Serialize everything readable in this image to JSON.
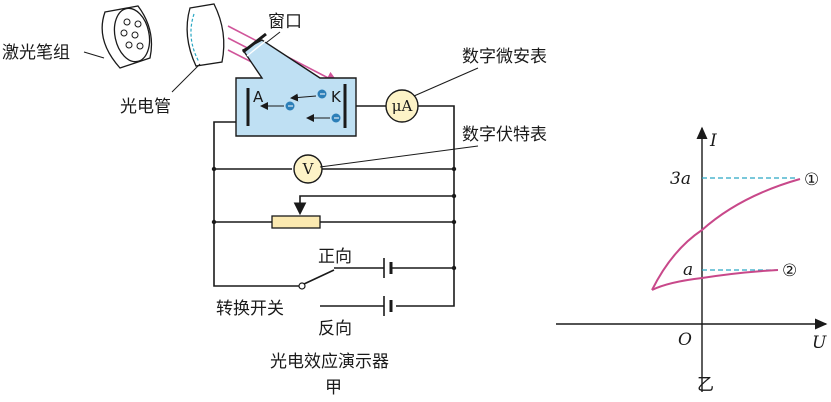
{
  "diagram_jia": {
    "laser": "激光笔组",
    "phototube": "光电管",
    "window": "窗口",
    "microammeter": "数字微安表",
    "voltmeter": "数字伏特表",
    "microammeter_symbol": "μA",
    "voltmeter_symbol": "V",
    "anode": "A",
    "cathode": "K",
    "forward": "正向",
    "reverse": "反向",
    "switch": "转换开关",
    "caption": "光电效应演示器",
    "caption_sub": "甲"
  },
  "graph_yi": {
    "axis_i": "I",
    "axis_u": "U",
    "origin": "O",
    "tick_3a": "3a",
    "tick_a": "a",
    "curve_1": "①",
    "curve_2": "②",
    "caption": "乙"
  },
  "colors": {
    "tube_fill": "#bfe0f3",
    "beam": "#d0559a",
    "curve": "#c8488a",
    "dashed": "#2aa8c4",
    "meter_fill": "#fdf3c7",
    "rheostat_fill": "#fbe9b0",
    "electron": "#2c7fb8"
  }
}
